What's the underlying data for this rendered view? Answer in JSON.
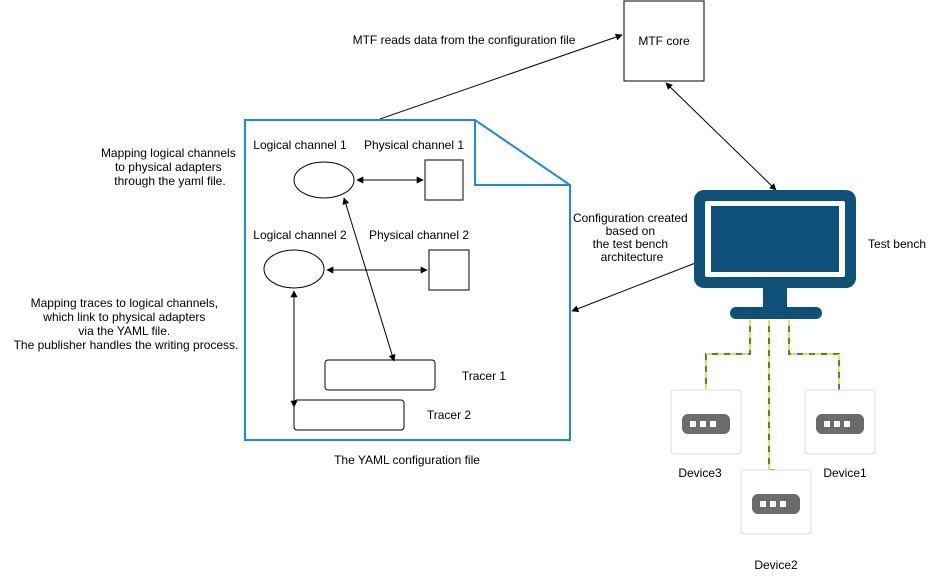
{
  "colors": {
    "document_border": "#1E88E5",
    "monitor": "#0E5077",
    "device": "#6B6B6B",
    "cable_yellow": "#E8E04A",
    "cable_green": "#3E8F3E"
  },
  "mtf_core": {
    "label": "MTF core"
  },
  "edge_mtf_reads": {
    "label": "MTF reads data from the configuration file"
  },
  "yaml_file": {
    "caption": "The YAML configuration file",
    "logical_channel_1": "Logical channel 1",
    "physical_channel_1": "Physical channel 1",
    "logical_channel_2": "Logical channel 2",
    "physical_channel_2": "Physical channel 2",
    "tracer_1": "Tracer 1",
    "tracer_2": "Tracer 2"
  },
  "notes": {
    "mapping_channels": [
      "Mapping logical channels",
      "to physical adapters",
      "through the yaml file."
    ],
    "mapping_traces": [
      "Mapping traces to logical channels,",
      "which link to physical adapters",
      "via the YAML file.",
      "The publisher handles the writing process."
    ],
    "configuration_created": [
      "Configuration created",
      "based on",
      "the test bench",
      "architecture"
    ]
  },
  "test_bench": {
    "label": "Test bench"
  },
  "devices": {
    "device1": "Device1",
    "device2": "Device2",
    "device3": "Device3"
  }
}
